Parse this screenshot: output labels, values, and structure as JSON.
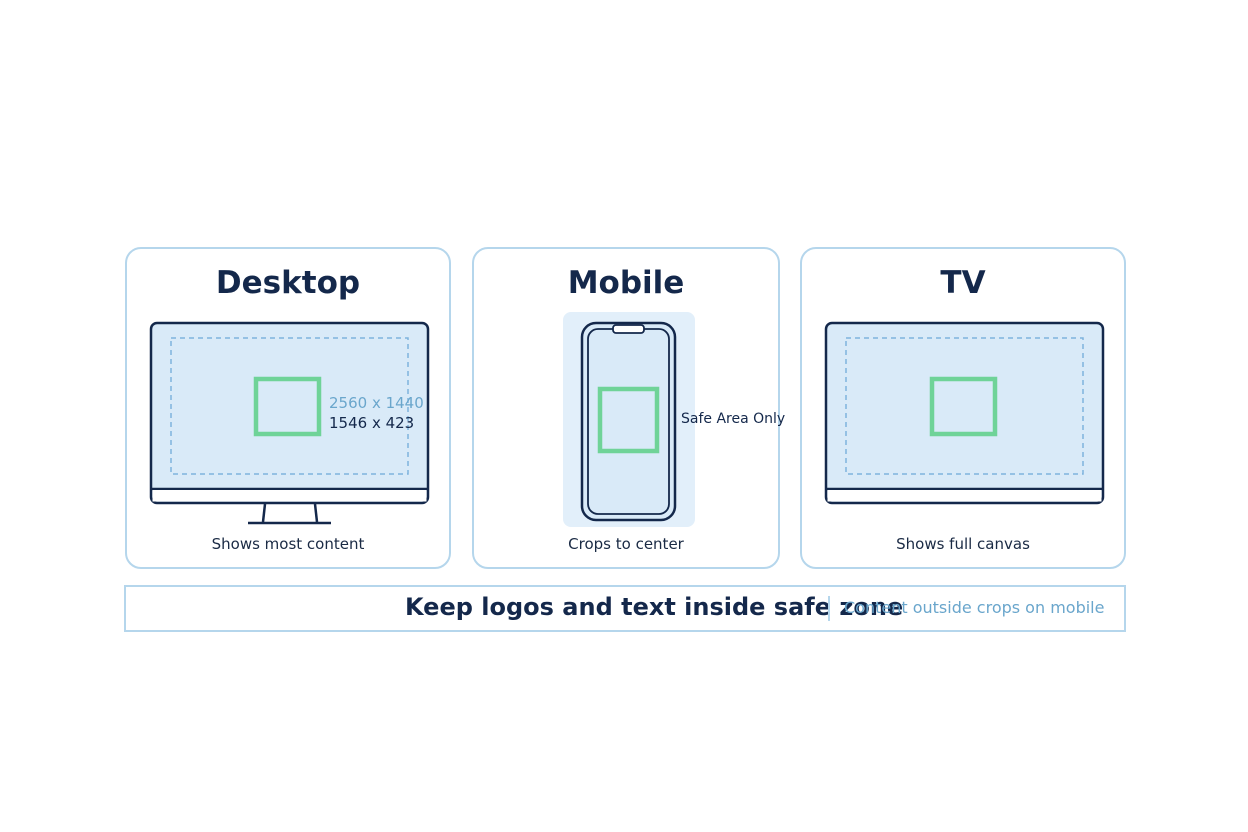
{
  "colors": {
    "navy": "#14284b",
    "card_border": "#b5d6ec",
    "screen_fill": "#d9eaf8",
    "dashed_line": "#7fb3dd",
    "safe_zone_green": "#6fd398",
    "muted_blue_text": "#6aa6cc"
  },
  "devices": [
    {
      "title": "Desktop",
      "caption": "Shows most content",
      "dimension_canvas": "2560 x 1440",
      "dimension_safe": "1546 x 423",
      "icon": "desktop-monitor-icon"
    },
    {
      "title": "Mobile",
      "caption": "Crops to center",
      "side_label": "Safe Area Only",
      "icon": "smartphone-icon"
    },
    {
      "title": "TV",
      "caption": "Shows full canvas",
      "icon": "tv-screen-icon"
    }
  ],
  "banner": {
    "main_text": "Keep logos and text inside safe zone",
    "secondary_text": "Content outside crops on mobile"
  }
}
